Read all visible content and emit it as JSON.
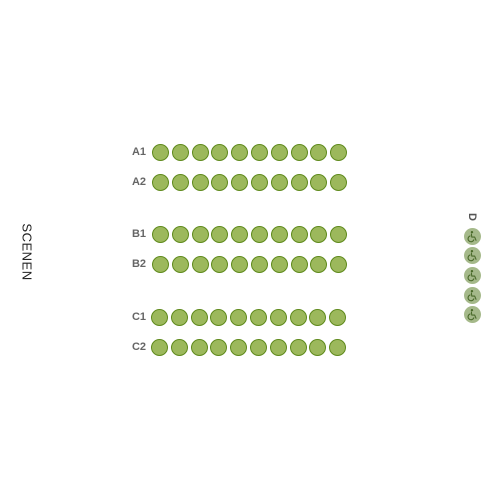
{
  "stage": {
    "label": "SCENEN"
  },
  "colors": {
    "seat_fill": "#9cb85c",
    "seat_border": "#5f8a1c",
    "wheelchair_seat_fill": "#a5b98a",
    "wheelchair_icon": "#4a6a2a"
  },
  "rows": [
    {
      "label": "A1",
      "seats": 10
    },
    {
      "label": "A2",
      "seats": 10
    },
    {
      "label": "B1",
      "seats": 10
    },
    {
      "label": "B2",
      "seats": 10
    },
    {
      "label": "C1",
      "seats": 10
    },
    {
      "label": "C2",
      "seats": 10
    }
  ],
  "side_section": {
    "label": "D",
    "seats": 5,
    "icon": "wheelchair-icon"
  }
}
